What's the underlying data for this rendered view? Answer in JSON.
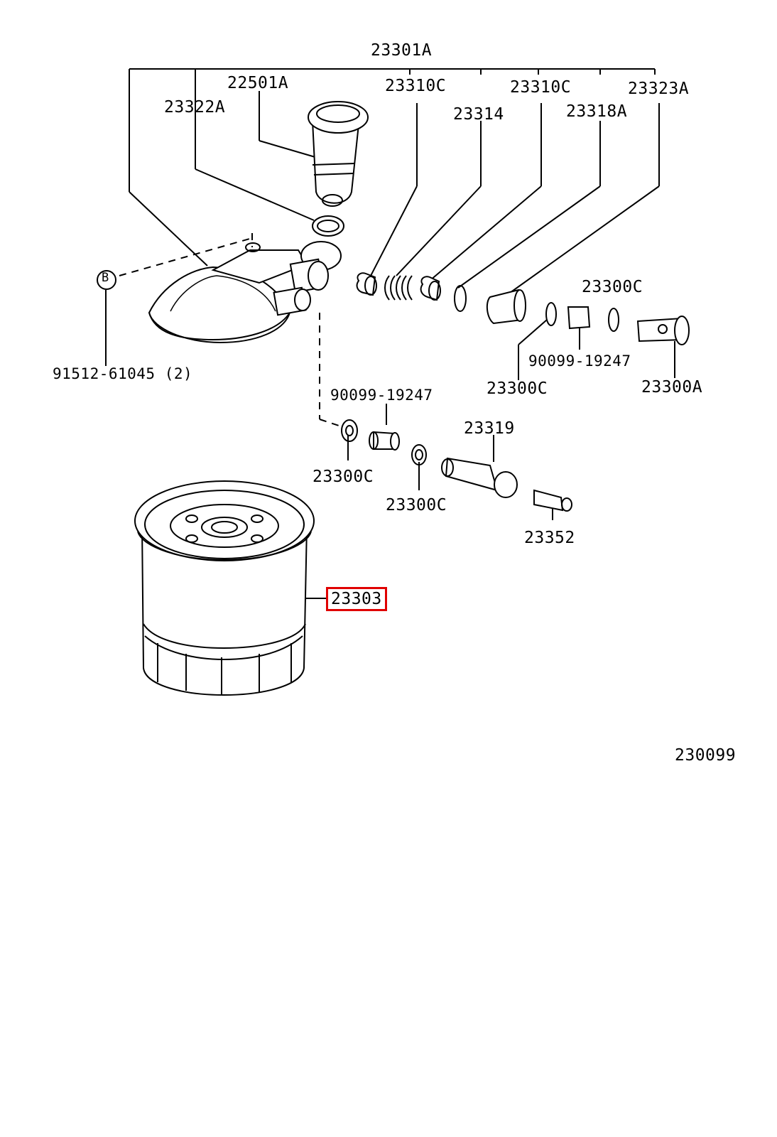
{
  "labels": {
    "assembly": "23301A",
    "p22501A": "22501A",
    "p23322A": "23322A",
    "p23310C_1": "23310C",
    "p23310C_2": "23310C",
    "p23314": "23314",
    "p23318A": "23318A",
    "p23323A": "23323A",
    "p23300C_top": "23300C",
    "p90099_right": "90099-19247",
    "p23300C_mid": "23300C",
    "p23300A": "23300A",
    "p91512": "91512-61045 (2)",
    "p90099_left": "90099-19247",
    "p23319": "23319",
    "p23300C_low1": "23300C",
    "p23300C_low2": "23300C",
    "p23352": "23352",
    "p23303": "23303",
    "diagram_code": "230099",
    "ref_b": "B"
  },
  "colors": {
    "highlight": "#e00000",
    "line": "#000000",
    "background": "#ffffff"
  },
  "highlighted_part": "23303"
}
